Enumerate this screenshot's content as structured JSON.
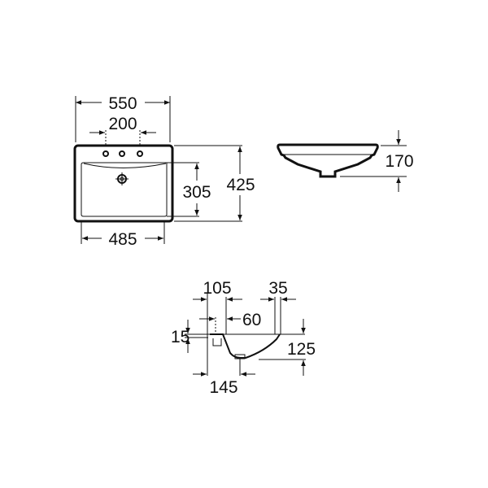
{
  "drawing": {
    "line_color": "#111111",
    "top_view": {
      "overall_width": "550",
      "tap_hole_spacing": "200",
      "bowl_depth_front_back": "305",
      "overall_depth": "425",
      "bowl_width": "485"
    },
    "side_view": {
      "height": "170"
    },
    "section_view": {
      "dim_105": "105",
      "dim_35": "35",
      "dim_60": "60",
      "dim_15": "15",
      "dim_125": "125",
      "dim_145": "145"
    }
  }
}
